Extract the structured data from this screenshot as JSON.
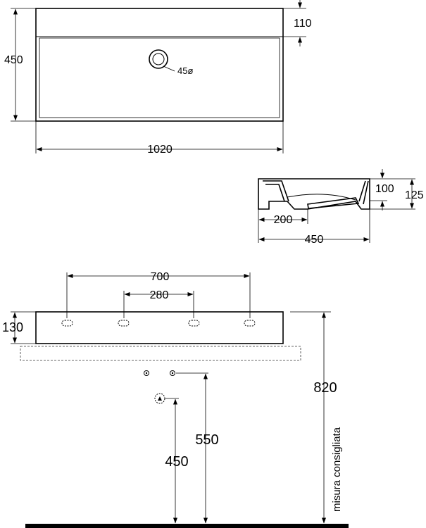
{
  "top_view": {
    "width_label": "1020",
    "depth_label": "450",
    "rim_label": "110",
    "drain_label": "45ø"
  },
  "side_section": {
    "inner_height_label": "100",
    "total_height_label": "125",
    "drain_offset_label": "200",
    "depth_label": "450"
  },
  "front_view": {
    "outer_spacing_label": "700",
    "inner_spacing_label": "280",
    "height_label": "130",
    "mount_height_label": "820",
    "supply_height_label": "550",
    "waste_height_label": "450",
    "recommended_note": "misura consigliata"
  }
}
